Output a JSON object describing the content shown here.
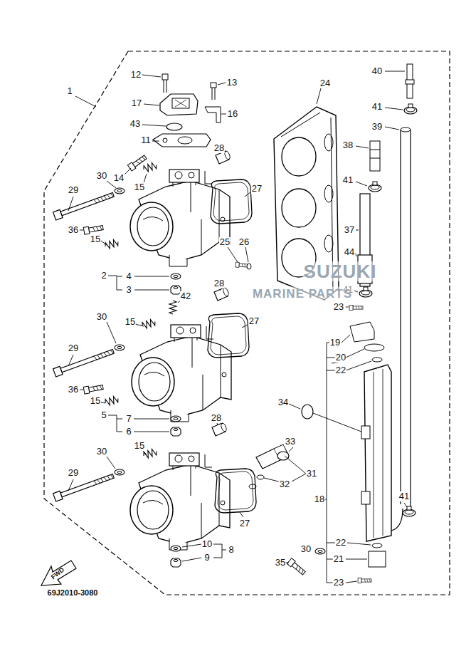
{
  "diagram": {
    "labels": [
      "1",
      "12",
      "13",
      "17",
      "16",
      "43",
      "11",
      "24",
      "28",
      "14",
      "30",
      "15",
      "29",
      "27",
      "36",
      "15",
      "25",
      "26",
      "2",
      "4",
      "3",
      "42",
      "28",
      "40",
      "41",
      "39",
      "38",
      "41",
      "37",
      "44",
      "41",
      "23",
      "19",
      "20",
      "22",
      "30",
      "15",
      "27",
      "29",
      "36",
      "15",
      "5",
      "7",
      "6",
      "34",
      "28",
      "15",
      "33",
      "30",
      "29",
      "31",
      "32",
      "27",
      "18",
      "41",
      "22",
      "30",
      "21",
      "35",
      "23",
      "8",
      "10",
      "9",
      "FWD",
      "69J2010-3080",
      "SUZUKI",
      "MARINE PARTS"
    ]
  }
}
